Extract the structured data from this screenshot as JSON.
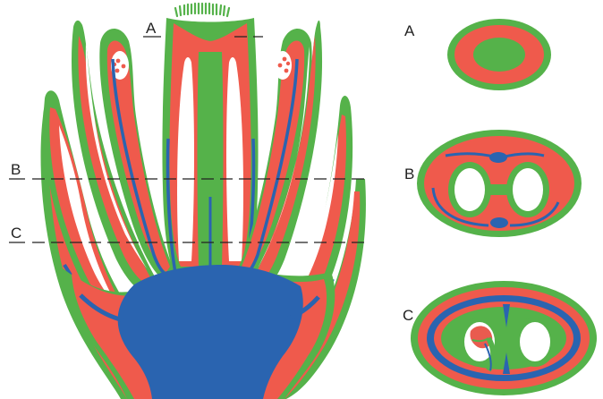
{
  "labels": {
    "section_a_marker": "A",
    "section_b_marker": "B",
    "section_c_marker": "C",
    "section_a_panel": "A",
    "section_b_panel": "B",
    "section_c_panel": "C"
  },
  "colors": {
    "epidermis": "#55b24a",
    "ground_tissue": "#ef5a4c",
    "vascular": "#2a64b0",
    "cavity": "#ffffff",
    "ovule": "#e95b4f",
    "line": "#222222"
  }
}
